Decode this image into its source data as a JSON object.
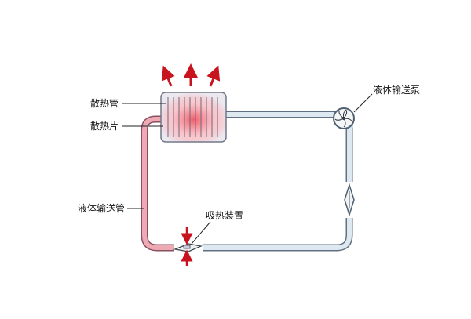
{
  "title": "液冷散热循环示意图",
  "labels": {
    "radiator_tube": "散热管",
    "radiator_fin": "散热片",
    "liquid_pipe": "液体输送管",
    "heat_absorber": "吸热装置",
    "liquid_pump": "液体输送泵"
  },
  "colors": {
    "hot": "#e8a0a8",
    "cold": "#dde8f0",
    "arrow": "#c8141e",
    "outline": "#556070"
  }
}
